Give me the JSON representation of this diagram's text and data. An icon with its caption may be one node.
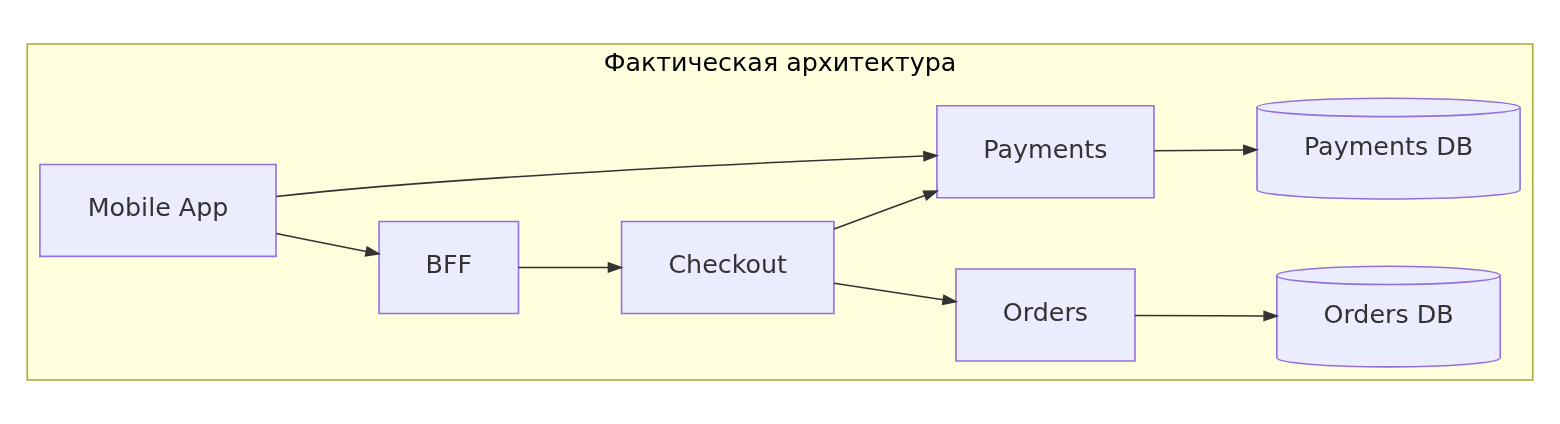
{
  "diagram": {
    "nodes": [
      {
        "text": [
          "Фактическая архитектура"
        ]
      },
      {
        "text": [
          "Mobile App"
        ],
        "in": 0
      },
      {
        "text": [
          "BFF"
        ],
        "in": 0
      },
      {
        "text": [
          "Checkout"
        ],
        "in": 0
      },
      {
        "text": [
          "Orders"
        ],
        "in": 0
      },
      {
        "text": [
          "Orders DB"
        ],
        "in": 0
      },
      {
        "text": [
          "Payments"
        ],
        "in": 0
      },
      {
        "text": [
          "Payments DB"
        ],
        "in": 0
      }
    ],
    "edges": [
      {
        "from": 1,
        "to": 2,
        "arrow": "to"
      },
      {
        "from": 2,
        "to": 3,
        "arrow": "to"
      },
      {
        "from": 3,
        "to": 4,
        "arrow": "to"
      },
      {
        "from": 4,
        "to": 5,
        "arrow": "to"
      },
      {
        "from": 3,
        "to": 6,
        "arrow": "to"
      },
      {
        "from": 1,
        "to": 6,
        "arrow": "to"
      },
      {
        "from": 6,
        "to": 7,
        "arrow": "to"
      }
    ]
  }
}
